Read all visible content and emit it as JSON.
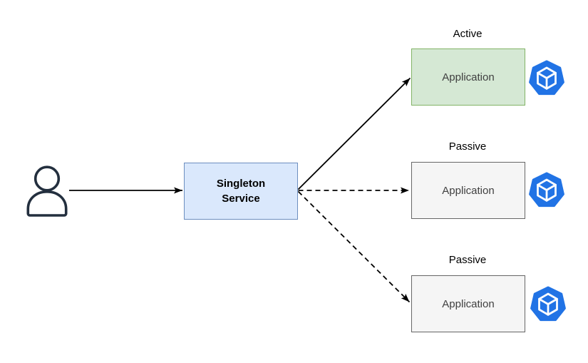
{
  "diagram": {
    "background": "#ffffff",
    "arrow_color": "#000000",
    "actor": {
      "icon": "person-icon",
      "stroke": "#232f3e"
    },
    "singleton": {
      "label": "Singleton Service",
      "fill": "#dae8fc",
      "stroke": "#6c8ebf",
      "text_color": "#000000"
    },
    "applications": [
      {
        "state": "Active",
        "label": "Application",
        "fill": "#d5e8d4",
        "stroke": "#82b366",
        "connector_from_singleton": "solid",
        "icon": "container-cube-icon"
      },
      {
        "state": "Passive",
        "label": "Application",
        "fill": "#f5f5f5",
        "stroke": "#666666",
        "connector_from_singleton": "dashed",
        "icon": "container-cube-icon"
      },
      {
        "state": "Passive",
        "label": "Application",
        "fill": "#f5f5f5",
        "stroke": "#666666",
        "connector_from_singleton": "dashed",
        "icon": "container-cube-icon"
      }
    ],
    "icon_color": "#2173e5",
    "app_text_color": "#404040",
    "connectors": [
      {
        "from": "actor",
        "to": "singleton-service",
        "style": "solid"
      },
      {
        "from": "singleton-service",
        "to": "application-active",
        "style": "solid"
      },
      {
        "from": "singleton-service",
        "to": "application-passive-1",
        "style": "dashed"
      },
      {
        "from": "singleton-service",
        "to": "application-passive-2",
        "style": "dashed"
      }
    ]
  }
}
